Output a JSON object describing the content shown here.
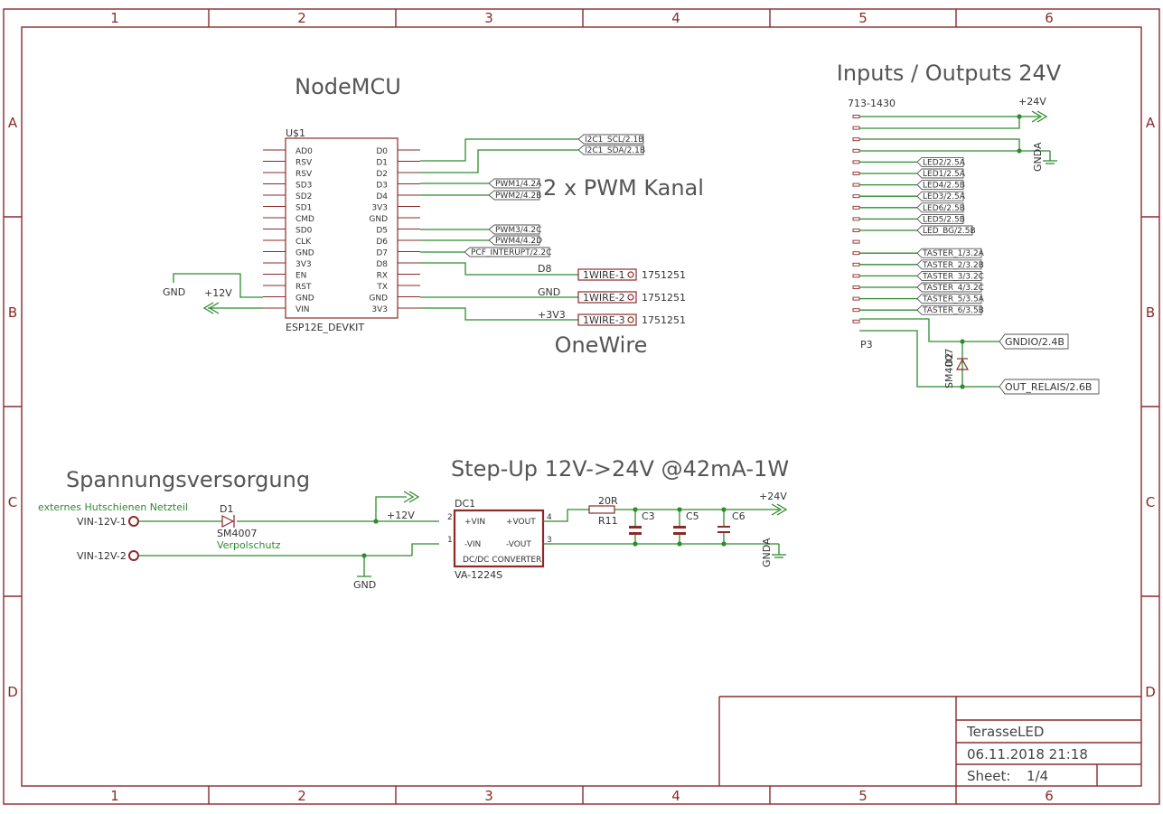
{
  "frame": {
    "columns": [
      "1",
      "2",
      "3",
      "4",
      "5",
      "6"
    ],
    "rows": [
      "A",
      "B",
      "C",
      "D"
    ]
  },
  "titles": {
    "nodemcu": "NodeMCU",
    "pwm": "2 x PWM Kanal",
    "onewire": "OneWire",
    "io": "Inputs / Outputs 24V",
    "supply": "Spannungsversorgung",
    "stepup": "Step-Up 12V->24V @42mA-1W"
  },
  "mcu": {
    "ref": "U$1",
    "value": "ESP12E_DEVKIT",
    "left_pins": [
      "AD0",
      "RSV",
      "RSV",
      "SD3",
      "SD2",
      "SD1",
      "CMD",
      "SD0",
      "CLK",
      "GND",
      "3V3",
      "EN",
      "RST",
      "GND",
      "VIN"
    ],
    "right_pins": [
      "D0",
      "D1",
      "D2",
      "D3",
      "D4",
      "3V3",
      "GND",
      "D5",
      "D6",
      "D7",
      "D8",
      "RX",
      "TX",
      "GND",
      "3V3"
    ]
  },
  "mcu_nets": {
    "gnd": "GND",
    "plus12": "+12V",
    "i2c_scl": "I2C1_SCL/2.1B",
    "i2c_sda": "I2C1_SDA/2.1B",
    "pwm1": "PWM1/4.2A",
    "pwm2": "PWM2/4.2B",
    "pwm3": "PWM3/4.2C",
    "pwm4": "PWM4/4.2D",
    "pcf": "PCF_INTERUPT/2.2C"
  },
  "onewire": {
    "rows": [
      {
        "net": "D8",
        "pin": "1WIRE-1",
        "part": "1751251"
      },
      {
        "net": "GND",
        "pin": "1WIRE-2",
        "part": "1751251"
      },
      {
        "net": "+3V3",
        "pin": "1WIRE-3",
        "part": "1751251"
      }
    ]
  },
  "io": {
    "connector": "713-1430",
    "ref": "P3",
    "supply": "+24V",
    "gnda": "GNDA",
    "leds": [
      "LED2/2.5A",
      "LED1/2.5A",
      "LED4/2.5B",
      "LED3/2.5A",
      "LED6/2.5B",
      "LED5/2.5B",
      "LED_BG/2.5B"
    ],
    "tasters": [
      "TASTER_1/3.2A",
      "TASTER_2/3.2B",
      "TASTER_3/3.2C",
      "TASTER_4/3.2C",
      "TASTER_5/3.5A",
      "TASTER_6/3.5B"
    ],
    "gndio": "GNDIO/2.4B",
    "out_relais": "OUT_RELAIS/2.6B",
    "diode": "SM4007",
    "diode_ref": "D2"
  },
  "supply": {
    "note": "externes Hutschienen Netzteil",
    "vin1": "VIN-12V-1",
    "vin2": "VIN-12V-2",
    "diode_ref": "D1",
    "diode_val": "SM4007",
    "diode_note": "Verpolschutz",
    "plus12": "+12V",
    "gnd": "GND"
  },
  "stepup": {
    "ref": "DC1",
    "value": "VA-1224S",
    "body": "DC/DC CONVERTER",
    "pin_plus_vin": "+VIN",
    "pin_minus_vin": "-VIN",
    "pin_plus_vout": "+VOUT",
    "pin_minus_vout": "-VOUT",
    "pin2": "2",
    "pin1": "1",
    "pin4": "4",
    "pin3": "3",
    "r_val": "20R",
    "r_ref": "R11",
    "c3": "C3",
    "c5": "C5",
    "c6": "C6",
    "plus24": "+24V",
    "gnda": "GNDA"
  },
  "titleblock": {
    "project": "TerasseLED",
    "date": "06.11.2018 21:18",
    "sheet_label": "Sheet:",
    "sheet": "1/4"
  }
}
